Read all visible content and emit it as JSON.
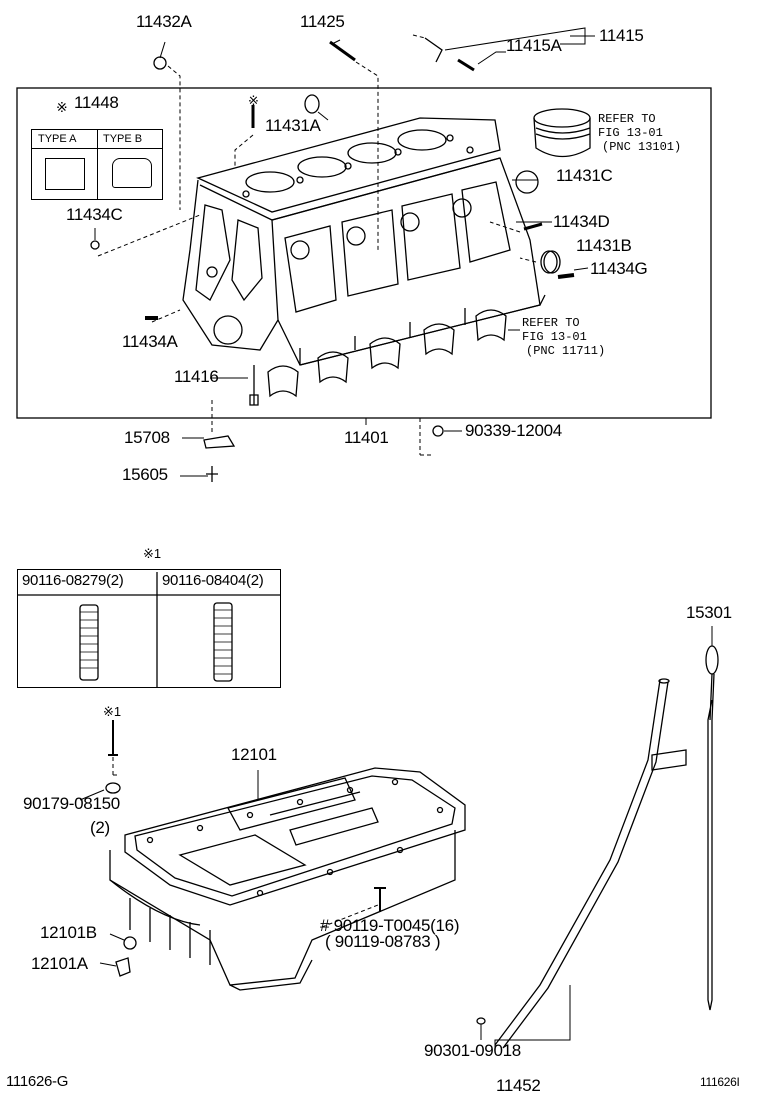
{
  "upper": {
    "ref_11432A": "11432A",
    "ref_11425": "11425",
    "ref_11415": "11415",
    "ref_11415A": "11415A",
    "ref_11448": "11448",
    "mark_11448": "※",
    "type_a": "TYPE  A",
    "type_b": "TYPE  B",
    "mark_11431A": "※",
    "ref_11431A": "11431A",
    "refer_piston_1": "REFER TO",
    "refer_piston_2": "FIG  13-01",
    "refer_piston_3": "(PNC 13101)",
    "ref_11431C": "11431C",
    "ref_11434C": "11434C",
    "ref_11434D": "11434D",
    "ref_11431B": "11431B",
    "ref_11434G": "11434G",
    "ref_11434A": "11434A",
    "refer_bearing_1": "REFER TO",
    "refer_bearing_2": "FIG  13-01",
    "refer_bearing_3": "(PNC 11711)",
    "ref_11416": "11416",
    "ref_15708": "15708",
    "ref_11401": "11401",
    "ref_90339": "90339-12004",
    "ref_15605": "15605"
  },
  "stud_table": {
    "mark": "※1",
    "col1": "90116-08279(2)",
    "col2": "90116-08404(2)"
  },
  "lower": {
    "mark_stud": "※1",
    "ref_12101": "12101",
    "ref_90179": "90179-08150",
    "qty_90179": "(2)",
    "ref_90119_a": "# 90119-T0045(16)",
    "ref_90119_b": "( 90119-08783 )",
    "ref_12101B": "12101B",
    "ref_12101A": "12101A",
    "ref_15301": "15301",
    "ref_90301": "90301-09018",
    "ref_11452": "11452"
  },
  "footer": {
    "left_code": "111626-G",
    "right_code": "111626I"
  }
}
